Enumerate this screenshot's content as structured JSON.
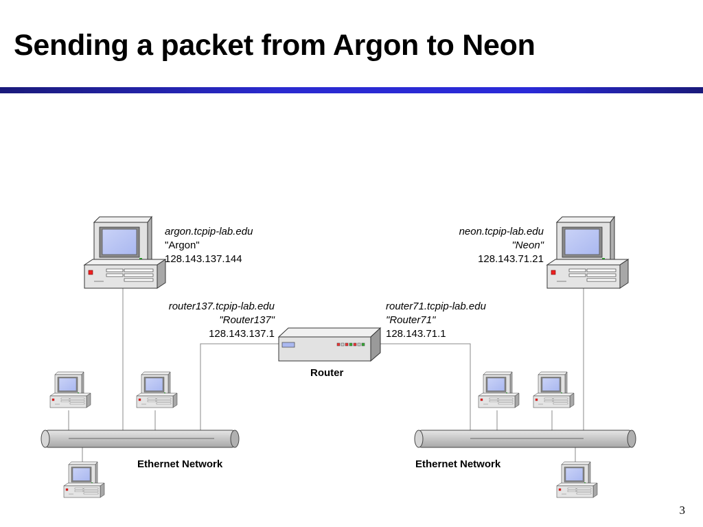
{
  "slide": {
    "title": "Sending a packet from Argon to Neon",
    "page_number": "3"
  },
  "hosts": {
    "argon": {
      "fqdn": "argon.tcpip-lab.edu",
      "alias": "\"Argon\"",
      "ip": "128.143.137.144"
    },
    "neon": {
      "fqdn": "neon.tcpip-lab.edu",
      "alias": "\"Neon\"",
      "ip": "128.143.71.21"
    }
  },
  "router": {
    "label": "Router",
    "left_iface": {
      "fqdn": "router137.tcpip-lab.edu",
      "alias": "\"Router137\"",
      "ip": "128.143.137.1"
    },
    "right_iface": {
      "fqdn": "router71.tcpip-lab.edu",
      "alias": "\"Router71\"",
      "ip": "128.143.71.1"
    }
  },
  "networks": {
    "left": {
      "label": "Ethernet Network"
    },
    "right": {
      "label": "Ethernet Network"
    }
  },
  "colors": {
    "title_rule": "#2a2ad0",
    "screen": "#b8c4f4",
    "case": "#e4e4e4",
    "bus": "#c8c8c8"
  }
}
